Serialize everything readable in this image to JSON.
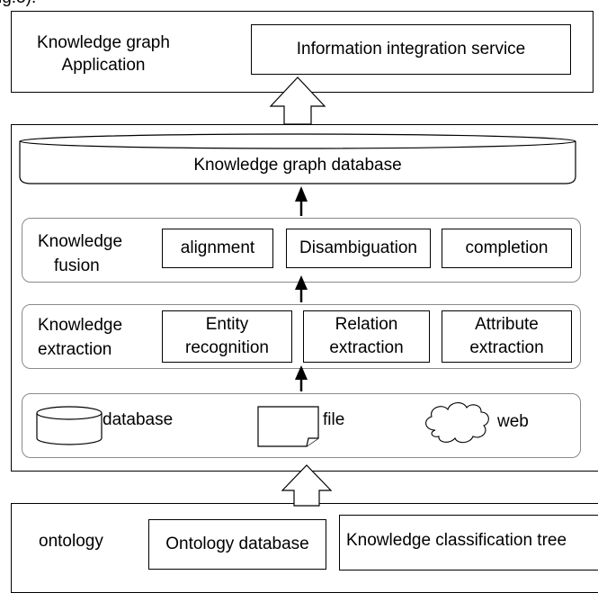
{
  "header_fragment": "ig.5).",
  "application_layer": {
    "label_line1": "Knowledge graph",
    "label_line2": "Application",
    "service_box": "Information integration service"
  },
  "database_layer": {
    "label": "Knowledge graph database"
  },
  "fusion_layer": {
    "label_line1": "Knowledge",
    "label_line2": "fusion",
    "steps": [
      "alignment",
      "Disambiguation",
      "completion"
    ]
  },
  "extraction_layer": {
    "label_line1": "Knowledge",
    "label_line2": "extraction",
    "steps": [
      {
        "line1": "Entity",
        "line2": "recognition"
      },
      {
        "line1": "Relation",
        "line2": "extraction"
      },
      {
        "line1": "Attribute",
        "line2": "extraction"
      }
    ]
  },
  "source_layer": {
    "sources": [
      "database",
      "file",
      "web"
    ]
  },
  "ontology_layer": {
    "label": "ontology",
    "boxes": [
      "Ontology database",
      "Knowledge classification tree"
    ]
  }
}
